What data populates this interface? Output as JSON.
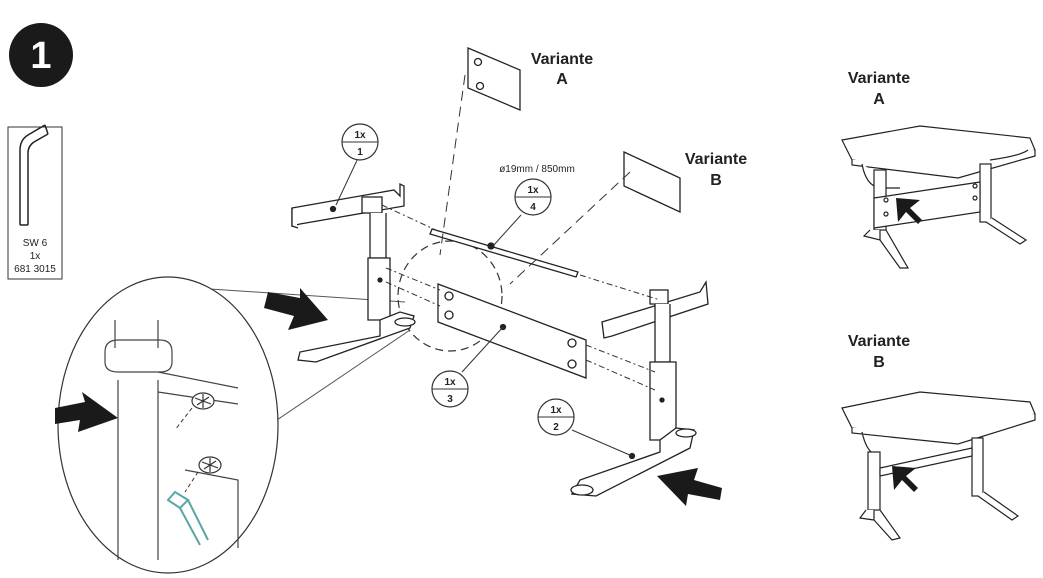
{
  "step": {
    "number": "1"
  },
  "tool": {
    "size": "SW 6",
    "quantity": "1x",
    "part_number": "681 3015"
  },
  "parts": [
    {
      "qty": "1x",
      "id": "1"
    },
    {
      "qty": "1x",
      "id": "2"
    },
    {
      "qty": "1x",
      "id": "3"
    },
    {
      "qty": "1x",
      "id": "4"
    }
  ],
  "rod_spec": "ø19mm / 850mm",
  "variants": {
    "main_a": {
      "word": "Variante",
      "letter": "A"
    },
    "main_b": {
      "word": "Variante",
      "letter": "B"
    },
    "side_a": {
      "word": "Variante",
      "letter": "A"
    },
    "side_b": {
      "word": "Variante",
      "letter": "B"
    }
  },
  "colors": {
    "line": "#1a1a1a",
    "badge": "#1a1a1a",
    "hex_key_detail": "#5aa6a6"
  }
}
